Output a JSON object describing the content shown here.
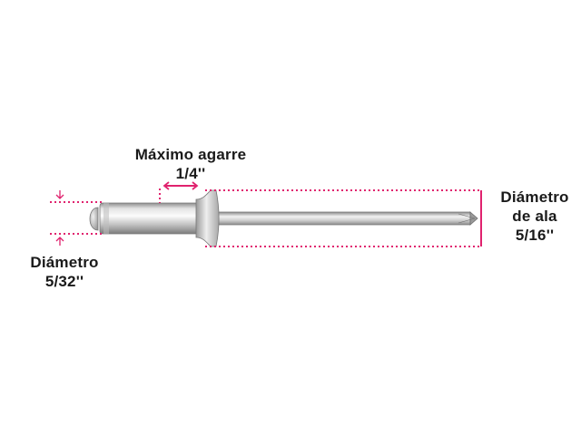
{
  "labels": {
    "grip_title": "Máximo agarre",
    "grip_value": "1/4''",
    "body_diameter_title": "Diámetro",
    "body_diameter_value": "5/32''",
    "flange_title_line1": "Diámetro",
    "flange_title_line2": "de ala",
    "flange_value": "5/16''"
  },
  "colors": {
    "dimension": "#e0226e",
    "text": "#1a1a1a"
  }
}
